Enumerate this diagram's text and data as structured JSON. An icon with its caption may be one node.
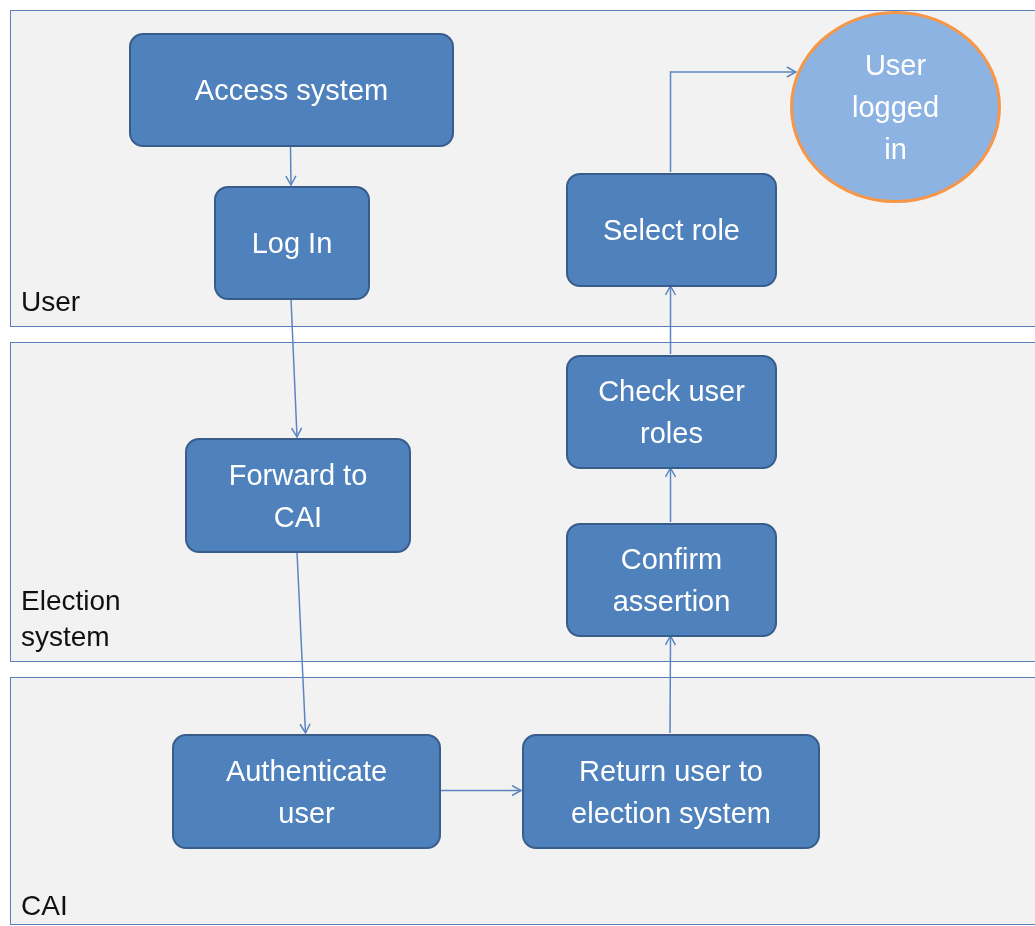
{
  "diagram": {
    "nodes": [
      {
        "text": [
          "User"
        ]
      },
      {
        "text": [
          "Access system"
        ],
        "in": 0
      },
      {
        "text": [
          "Log In"
        ],
        "in": 0
      },
      {
        "text": [
          "Select role"
        ],
        "in": 0
      },
      {
        "text": [
          "User logged in"
        ],
        "in": 0
      },
      {
        "text": [
          "Election system"
        ]
      },
      {
        "text": [
          "Forward to CAI"
        ],
        "in": 5
      },
      {
        "text": [
          "Check user roles"
        ],
        "in": 5
      },
      {
        "text": [
          "Confirm assertion"
        ],
        "in": 5
      },
      {
        "text": [
          "CAI"
        ]
      },
      {
        "text": [
          "Authenticate user"
        ],
        "in": 9
      },
      {
        "text": [
          "Return user to election system"
        ],
        "in": 9
      }
    ],
    "edges": [
      {
        "from": 1,
        "to": 2,
        "arrow": "to"
      },
      {
        "from": 2,
        "to": 6,
        "arrow": "to"
      },
      {
        "from": 6,
        "to": 10,
        "arrow": "to"
      },
      {
        "from": 10,
        "to": 11,
        "arrow": "to"
      },
      {
        "from": 11,
        "to": 8,
        "arrow": "to"
      },
      {
        "from": 8,
        "to": 7,
        "arrow": "to"
      },
      {
        "from": 7,
        "to": 3,
        "arrow": "to"
      },
      {
        "from": 3,
        "to": 4,
        "arrow": "to"
      }
    ]
  }
}
